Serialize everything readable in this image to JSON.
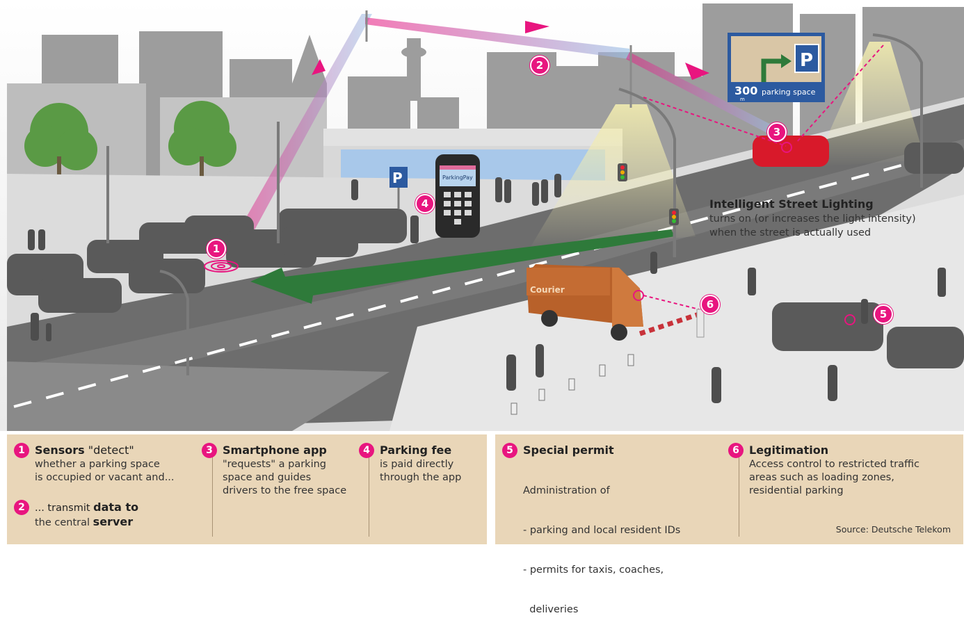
{
  "phone": {
    "app_name": "ParkingPay"
  },
  "signs": {
    "parking_letter": "P",
    "distance_value": "300",
    "distance_unit": "m",
    "distance_label": "parking space",
    "van_label": "Courier"
  },
  "scene_badges": [
    "1",
    "2",
    "3",
    "4",
    "5",
    "6"
  ],
  "callout": {
    "title": "Intelligent Street Lighting",
    "lines": [
      "turns on (or increases the light intensity)",
      "when the street is actually used"
    ]
  },
  "legend": {
    "item1": {
      "num": "1",
      "bold": "Sensors",
      "rest": " \"detect\"",
      "lines": [
        "whether a parking space",
        "is occupied or vacant and..."
      ]
    },
    "item2": {
      "num": "2",
      "pre": "... transmit ",
      "bold1": "data to",
      "line2_pre": "the central ",
      "bold2": "server"
    },
    "item3": {
      "num": "3",
      "bold": "Smartphone app",
      "lines": [
        "\"requests\" a parking",
        "space and guides",
        "drivers to the free space"
      ]
    },
    "item4": {
      "num": "4",
      "bold": "Parking fee",
      "lines": [
        "is paid directly",
        "through the app"
      ]
    },
    "item5": {
      "num": "5",
      "bold": "Special permit",
      "lines": [
        "Administration of",
        "- parking and local resident IDs",
        "- permits for taxis, coaches,",
        "  deliveries"
      ]
    },
    "item6": {
      "num": "6",
      "bold": "Legitimation",
      "lines": [
        "Access control to restricted traffic",
        "areas such as loading zones,",
        "residential parking"
      ]
    }
  },
  "source": "Source: Deutsche Telekom",
  "colors": {
    "accent": "#e8157f",
    "panel": "#e9d6b8",
    "guide_arrow": "#2e7a3a",
    "sign_blue": "#2c5aa0"
  }
}
